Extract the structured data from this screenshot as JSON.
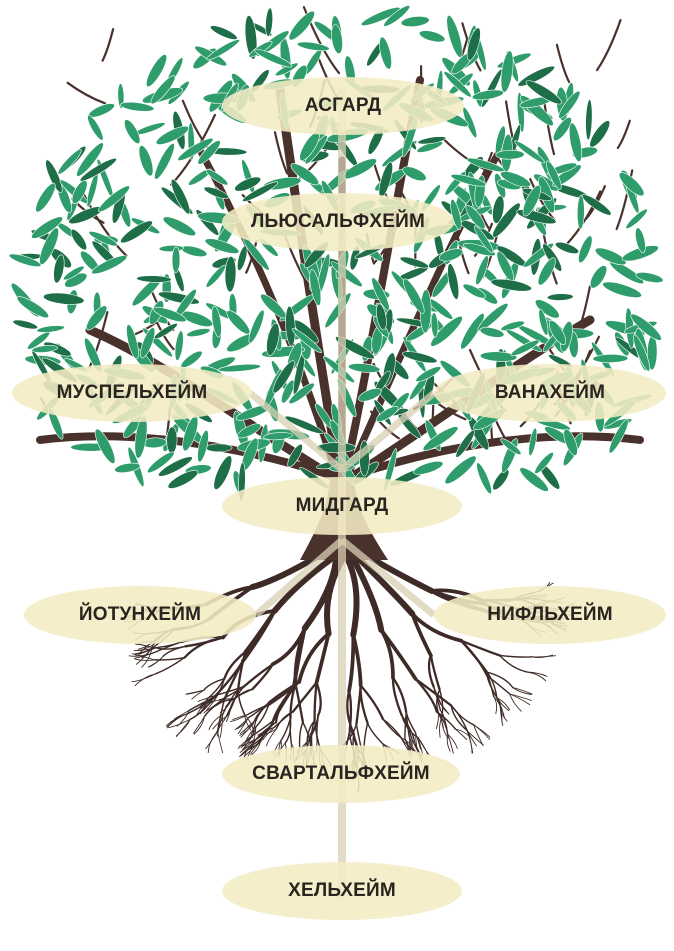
{
  "colors": {
    "trunk": "#4a322c",
    "root": "#3e2b27",
    "leaf": "#2f9d6b",
    "leaf_dark": "#1e6e48",
    "axis": "#d9d0b4",
    "label_bg": "#f4ecc4",
    "label_text": "#2a2420"
  },
  "worlds": {
    "asgard": "АСГАРД",
    "lyusalfheim": "ЛЬЮСАЛЬФХЕЙМ",
    "muspelheim": "МУСПЕЛЬХЕЙМ",
    "vanaheim": "ВАНАХЕЙМ",
    "midgard": "МИДГАРД",
    "yotunheim": "ЙОТУНХЕЙМ",
    "niflheim": "НИФЛЬХЕЙМ",
    "svartalfheim": "СВАРТАЛЬФХЕЙМ",
    "helheim": "ХЕЛЬХЕЙМ"
  }
}
